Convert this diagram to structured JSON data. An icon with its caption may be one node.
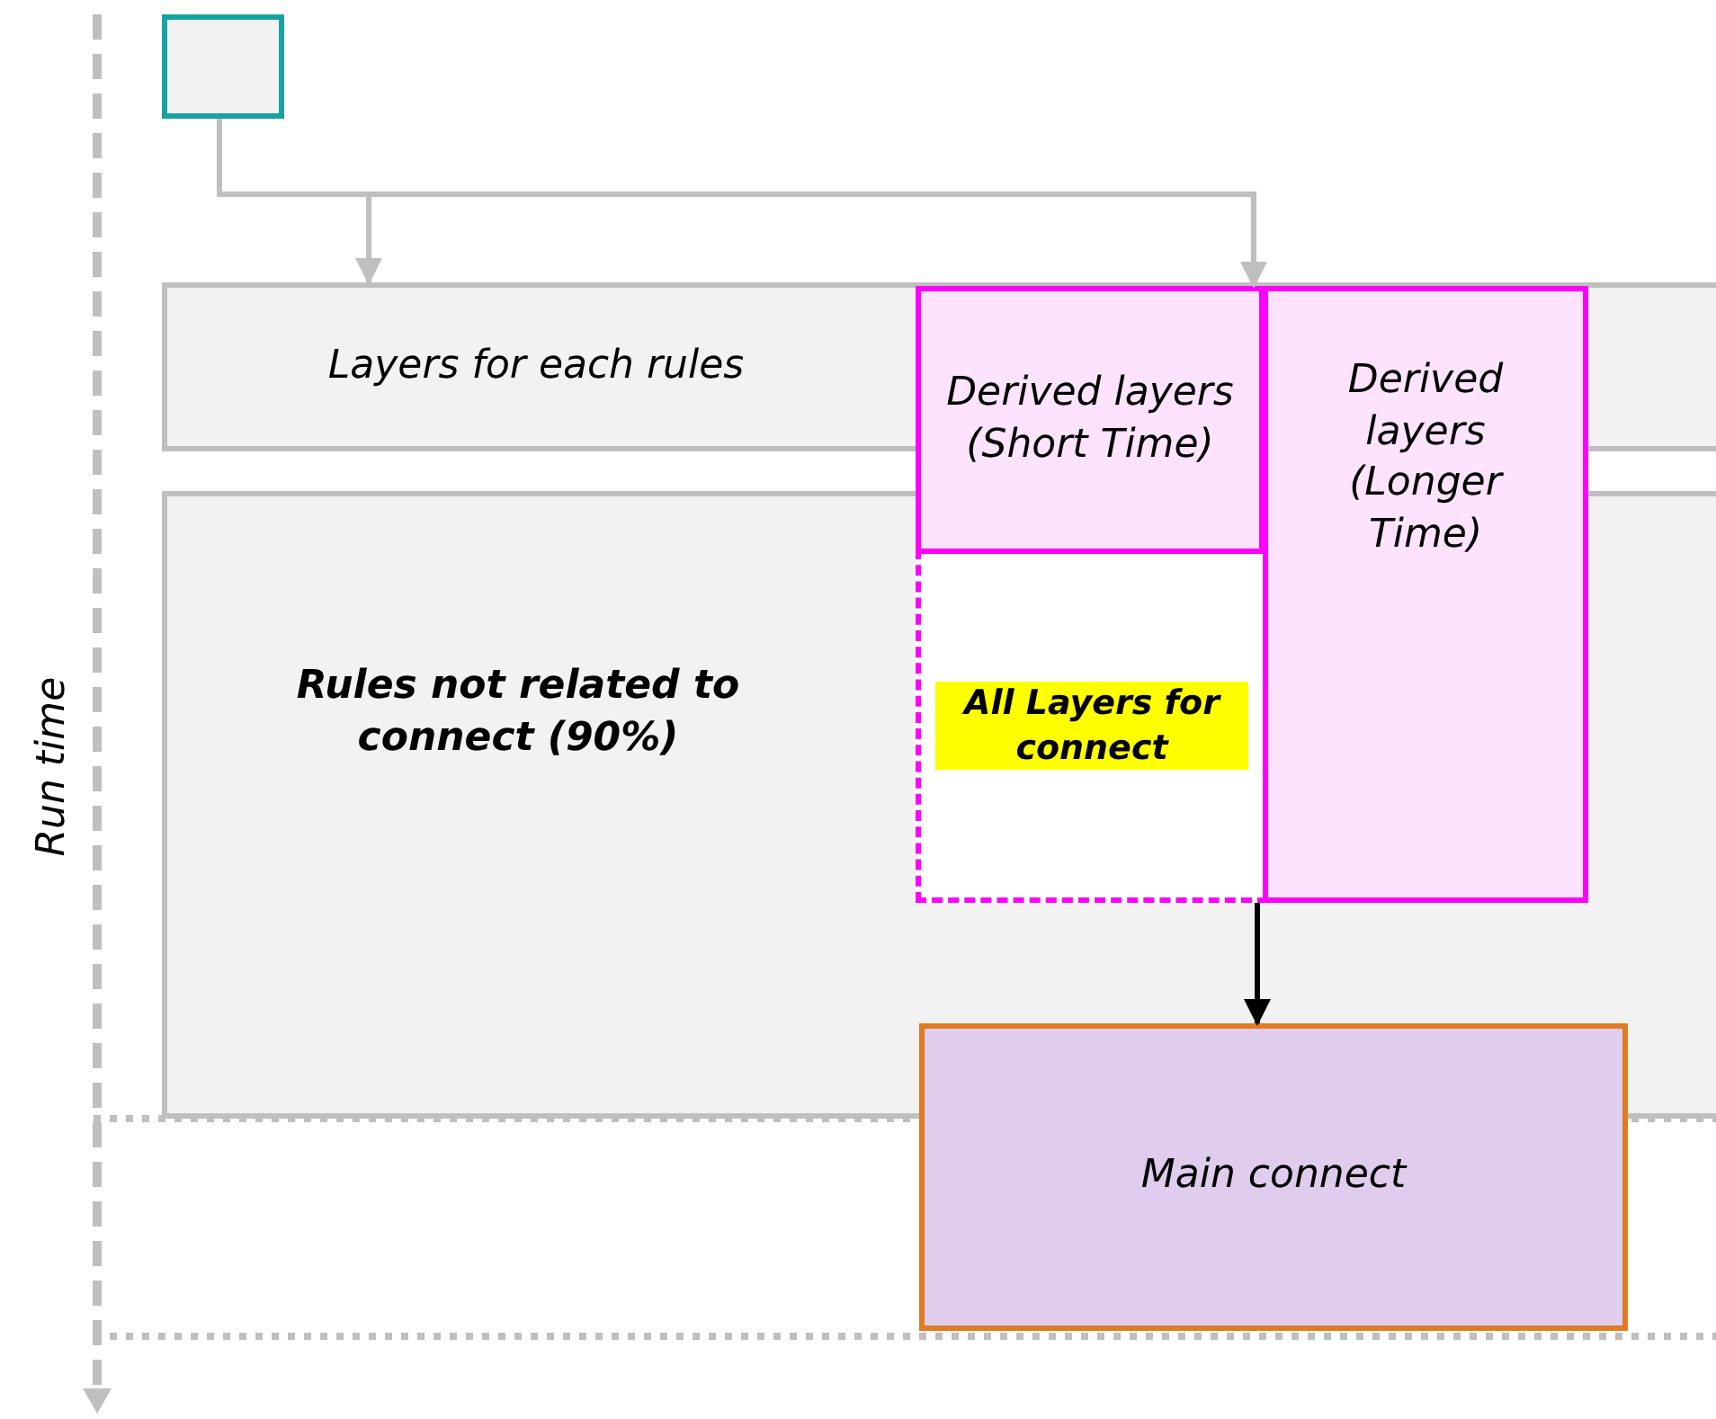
{
  "diagram": {
    "nodes": [
      {
        "text": [],
        "shape": "box"
      },
      {
        "text": [
          "Layers for each rules"
        ]
      },
      {
        "text": [
          "Rules not related to connect (90%)"
        ]
      },
      {
        "text": [
          "All Layers for connect"
        ],
        "in": 2
      },
      {
        "text": [
          "Derived layers (Short Time)"
        ]
      },
      {
        "text": [
          "Derived layers (Longer Time)"
        ]
      },
      {
        "text": [
          "Main connect"
        ]
      }
    ],
    "edges": [
      {
        "from": 0,
        "to": 1,
        "arrow": "to"
      },
      {
        "from": 0,
        "to": 4,
        "arrow": "to"
      },
      {
        "from": 3,
        "to": 6,
        "arrow": "to",
        "color": "#000000"
      }
    ],
    "labels": [
      "Run time"
    ]
  }
}
